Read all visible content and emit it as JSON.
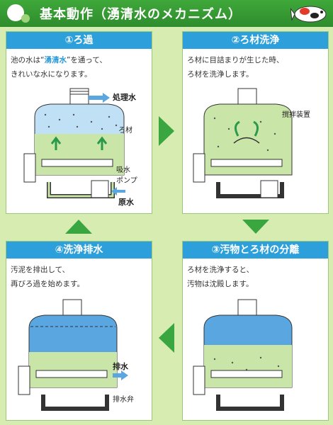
{
  "title": "基本動作（湧清水のメカニズム）",
  "panels": [
    {
      "title": "①ろ過",
      "desc_prefix": "池の水は“",
      "desc_highlight": "湧清水",
      "desc_suffix": "”を通って、\nきれいな水になります。",
      "labels": {
        "treated": "処理水",
        "media": "ろ材",
        "pump": "吸水\nポンプ",
        "raw": "原水"
      }
    },
    {
      "title": "②ろ材洗浄",
      "desc": "ろ材に目詰まりが生じた時、\nろ材を洗浄します。",
      "labels": {
        "stirrer": "撹拌装置"
      }
    },
    {
      "title": "③汚物とろ材の分離",
      "desc": "ろ材を洗浄すると、\n汚物は沈殿します。",
      "labels": {}
    },
    {
      "title": "④洗浄排水",
      "desc": "汚泥を排出して、\n再びろ過を始めます。",
      "labels": {
        "drain": "排水",
        "valve": "排水弁"
      }
    }
  ],
  "colors": {
    "header": "#2e8c2c",
    "panel_title": "#2da0dc",
    "arrow": "#3aa640",
    "water_blue": "#5aa6e0",
    "water_green": "#c9e6a8",
    "background": "#d6ecb0"
  }
}
